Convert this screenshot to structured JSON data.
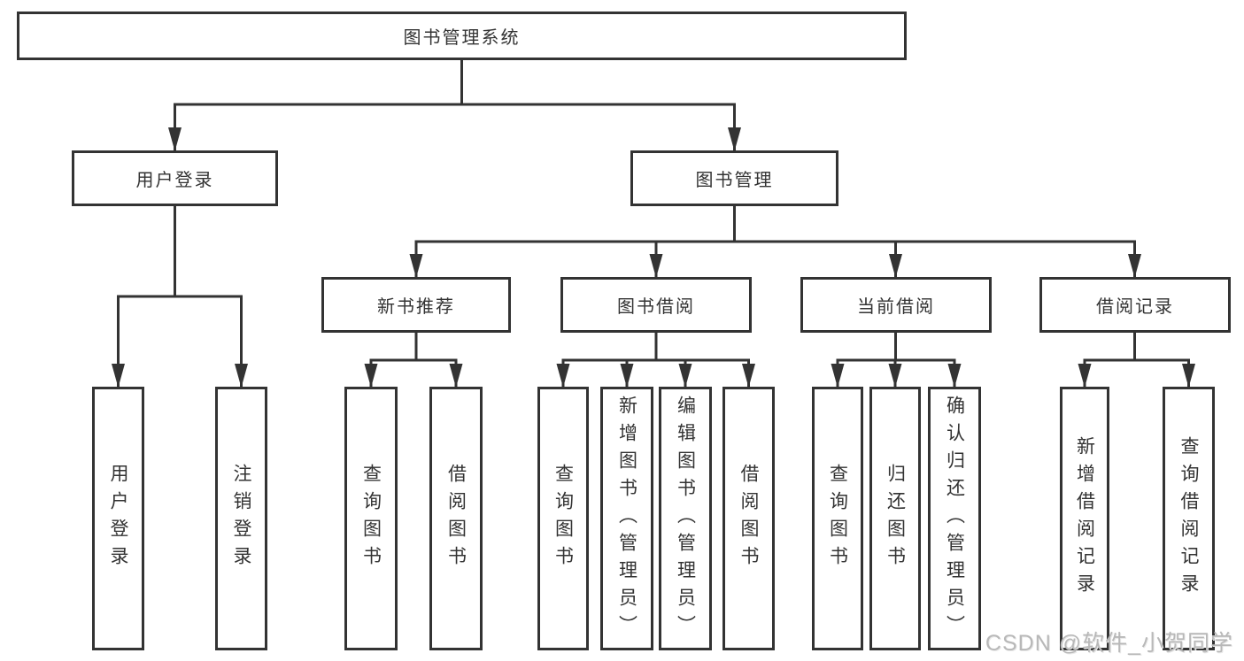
{
  "colors": {
    "line": "#333333",
    "box_border": "#333333",
    "text": "#333333",
    "background": "#ffffff",
    "watermark": "#b8b8b8"
  },
  "watermark": {
    "text": "CSDN @软件_小贺同学"
  },
  "tree": {
    "root": {
      "label": "图书管理系统",
      "children": [
        {
          "label": "用户登录",
          "children": [
            {
              "label": "用户登录"
            },
            {
              "label": "注销登录"
            }
          ]
        },
        {
          "label": "图书管理",
          "children": [
            {
              "label": "新书推荐",
              "children": [
                {
                  "label": "查询图书"
                },
                {
                  "label": "借阅图书"
                }
              ]
            },
            {
              "label": "图书借阅",
              "children": [
                {
                  "label": "查询图书"
                },
                {
                  "label": "新增图书（管理员）"
                },
                {
                  "label": "编辑图书（管理员）"
                },
                {
                  "label": "借阅图书"
                }
              ]
            },
            {
              "label": "当前借阅",
              "children": [
                {
                  "label": "查询图书"
                },
                {
                  "label": "归还图书"
                },
                {
                  "label": "确认归还（管理员）"
                }
              ]
            },
            {
              "label": "借阅记录",
              "children": [
                {
                  "label": "新增借阅记录"
                },
                {
                  "label": "查询借阅记录"
                }
              ]
            }
          ]
        }
      ]
    }
  }
}
